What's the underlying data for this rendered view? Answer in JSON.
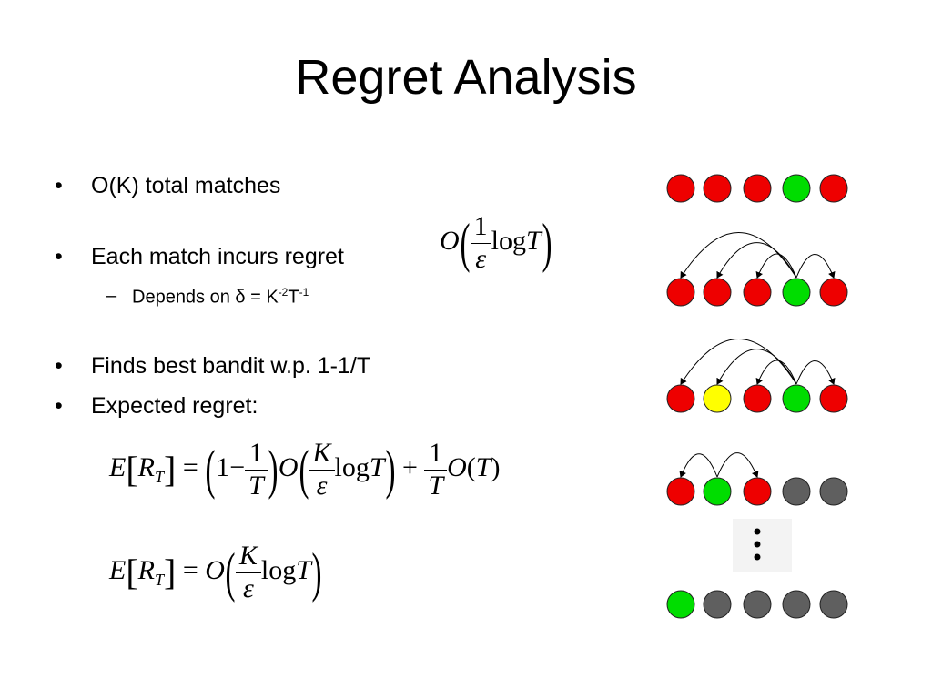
{
  "title": "Regret Analysis",
  "bullets": {
    "b1": "O(K) total matches",
    "b2": "Each match incurs regret",
    "b2_sub_prefix": "Depends on δ = K",
    "b2_sub_exp1": "-2",
    "b2_sub_mid": "T",
    "b2_sub_exp2": "-1",
    "b3": "Finds best bandit w.p. 1-1/T",
    "b4": "Expected regret:"
  },
  "formulas": {
    "per_match": "O(1/ε log T)",
    "expected_full": "E[R_T] = (1 − 1/T) O(K/ε log T) + 1/T O(T)",
    "expected_result": "E[R_T] = O(K/ε log T)"
  },
  "math_text": {
    "O": "O",
    "one": "1",
    "eps": "ε",
    "log": "log",
    "T": "T",
    "K": "K",
    "E": "E",
    "R": "R",
    "sub_T": "T",
    "eq": "=",
    "minus": "−",
    "plus": "+",
    "lparen": "(",
    "rparen": ")",
    "lbrack": "[",
    "rbrack": "]"
  },
  "colors": {
    "red": "#ee0000",
    "green": "#00dd00",
    "yellow": "#ffff00",
    "gray": "#5f5f5f"
  },
  "rows": [
    {
      "circles": [
        "red",
        "red",
        "red",
        "green",
        "red"
      ],
      "arcs": []
    },
    {
      "circles": [
        "red",
        "red",
        "red",
        "green",
        "red"
      ],
      "arcs": [
        [
          3,
          0
        ],
        [
          3,
          1
        ],
        [
          3,
          2
        ],
        [
          3,
          4
        ]
      ]
    },
    {
      "circles": [
        "red",
        "yellow",
        "red",
        "green",
        "red"
      ],
      "arcs": [
        [
          3,
          0
        ],
        [
          3,
          1
        ],
        [
          3,
          2
        ],
        [
          3,
          4
        ]
      ]
    },
    {
      "circles": [
        "red",
        "green",
        "red",
        "gray",
        "gray"
      ],
      "arcs": [
        [
          1,
          0
        ],
        [
          1,
          2
        ]
      ]
    },
    {
      "circles": [
        "green",
        "gray",
        "gray",
        "gray",
        "gray"
      ],
      "arcs": []
    }
  ]
}
